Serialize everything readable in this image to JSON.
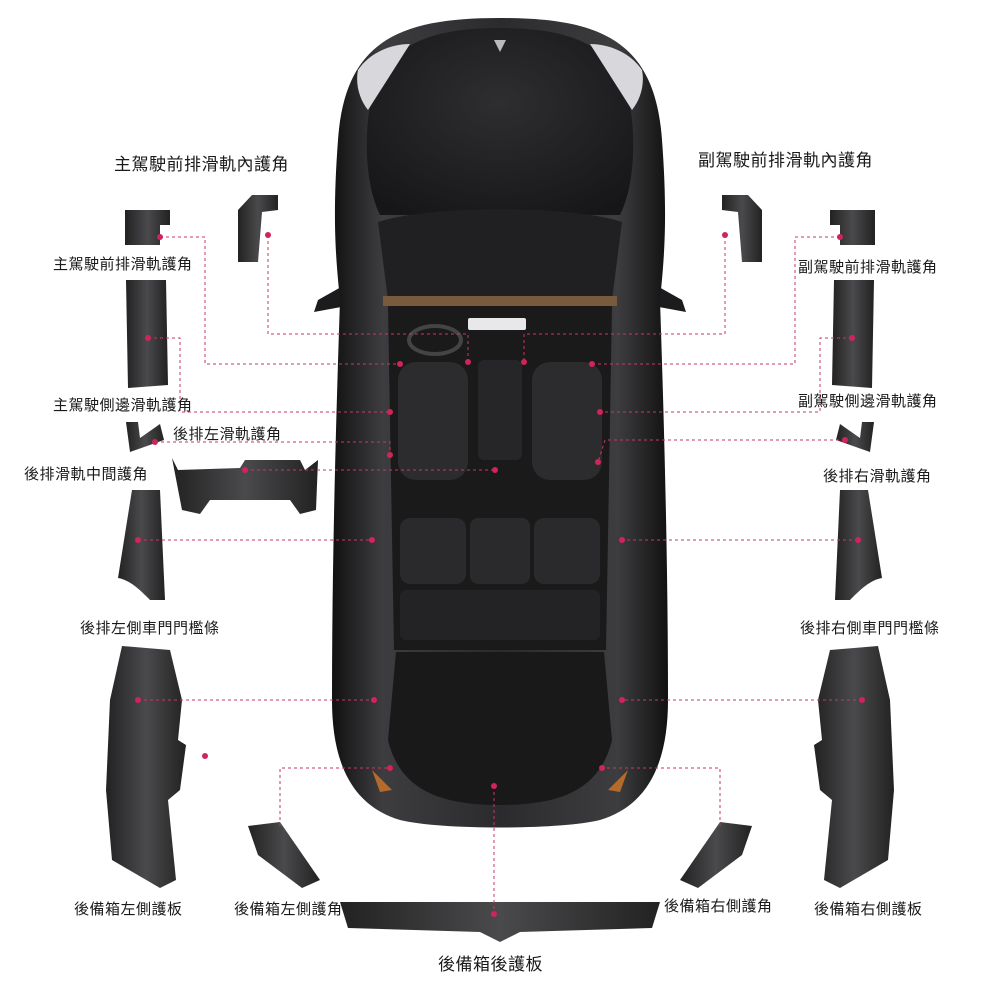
{
  "labels": {
    "driver_front_rail_inner": "主駕駛前排滑軌內護角",
    "passenger_front_rail_inner": "副駕駛前排滑軌內護角",
    "driver_front_rail": "主駕駛前排滑軌護角",
    "passenger_front_rail": "副駕駛前排滑軌護角",
    "driver_side_rail": "主駕駛側邊滑軌護角",
    "passenger_side_rail": "副駕駛側邊滑軌護角",
    "rear_left_rail": "後排左滑軌護角",
    "rear_middle_rail": "後排滑軌中間護角",
    "rear_right_rail": "後排右滑軌護角",
    "rear_left_sill": "後排左側車門門檻條",
    "rear_right_sill": "後排右側車門門檻條",
    "trunk_left_panel": "後備箱左側護板",
    "trunk_left_corner": "後備箱左側護角",
    "trunk_right_corner": "後備箱右側護角",
    "trunk_right_panel": "後備箱右側護板",
    "trunk_rear_panel": "後備箱後護板"
  },
  "colors": {
    "leader_line": "#c8375f",
    "car_body": "#2a2a2c",
    "part": "#3a3a3c",
    "label_text": "#1a1a1a"
  }
}
